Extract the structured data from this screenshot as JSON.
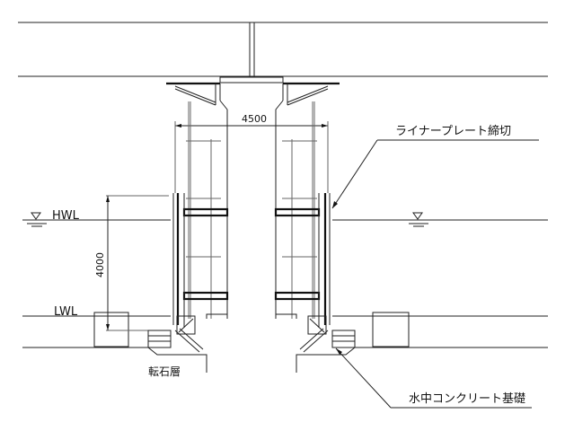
{
  "dimensions": {
    "width_label": "4500",
    "depth_label": "4000"
  },
  "water_levels": {
    "high": "HWL",
    "low": "LWL"
  },
  "labels": {
    "cobble_layer": "転石層",
    "liner_plate_cofferdam": "ライナープレート締切",
    "underwater_concrete_foundation": "水中コンクリート基礎"
  }
}
